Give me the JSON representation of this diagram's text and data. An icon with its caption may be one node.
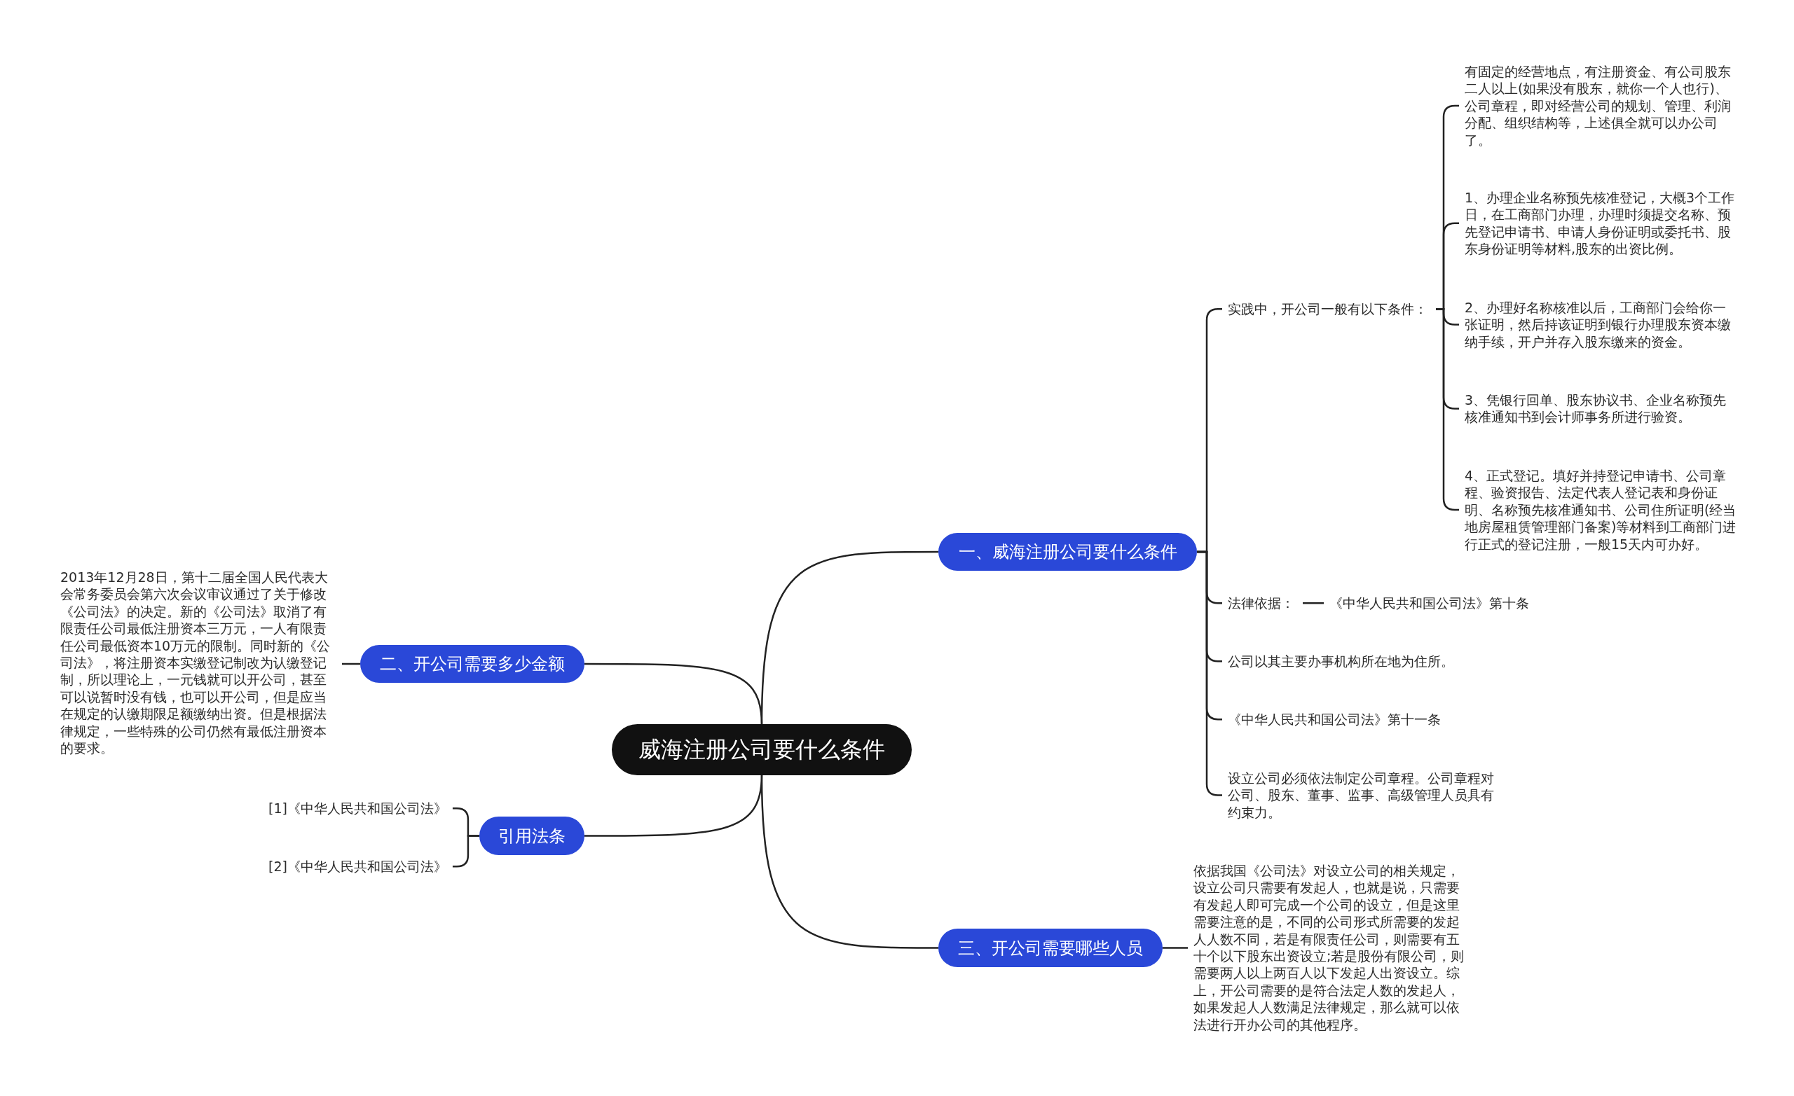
{
  "diagram": {
    "nodes": [
      {
        "text": [
          "威海注册公司要什么条件"
        ]
      },
      {
        "text": [
          "一、威海注册公司要什么条件"
        ]
      },
      {
        "text": [
          "实践中，开公司一般有以下条件："
        ]
      },
      {
        "text": [
          "有固定的经营地点，有注册资金、有公司股东二人以上(如果没有股东，就你一个人也行)、公司章程，即对经营公司的规划、管理、利润分配、组织结构等，上述俱全就可以办公司了。"
        ]
      },
      {
        "text": [
          "1、办理企业名称预先核准登记，大概3个工作日，在工商部门办理，办理时须提交名称、预先登记申请书、申请人身份证明或委托书、股东身份证明等材料,股东的出资比例。"
        ]
      },
      {
        "text": [
          "2、办理好名称核准以后，工商部门会给你一张证明，然后持该证明到银行办理股东资本缴纳手续，开户并存入股东缴来的资金。"
        ]
      },
      {
        "text": [
          "3、凭银行回单、股东协议书、企业名称预先核准通知书到会计师事务所进行验资。"
        ]
      },
      {
        "text": [
          "4、正式登记。填好并持登记申请书、公司章程、验资报告、法定代表人登记表和身份证明、名称预先核准通知书、公司住所证明(经当地房屋租赁管理部门备案)等材料到工商部门进行正式的登记注册，一般15天内可办好。"
        ]
      },
      {
        "text": [
          "法律依据："
        ]
      },
      {
        "text": [
          "《中华人民共和国公司法》第十条"
        ]
      },
      {
        "text": [
          "公司以其主要办事机构所在地为住所。"
        ]
      },
      {
        "text": [
          "《中华人民共和国公司法》第十一条"
        ]
      },
      {
        "text": [
          "设立公司必须依法制定公司章程。公司章程对公司、股东、董事、监事、高级管理人员具有约束力。"
        ]
      },
      {
        "text": [
          "二、开公司需要多少金额"
        ]
      },
      {
        "text": [
          "2013年12月28日，第十二届全国人民代表大会常务委员会第六次会议审议通过了关于修改《公司法》的决定。新的《公司法》取消了有限责任公司最低注册资本三万元，一人有限责任公司最低资本10万元的限制。同时新的《公司法》，将注册资本实缴登记制改为认缴登记制，所以理论上，一元钱就可以开公司，甚至可以说暂时没有钱，也可以开公司，但是应当在规定的认缴期限足额缴纳出资。但是根据法律规定，一些特殊的公司仍然有最低注册资本的要求。"
        ]
      },
      {
        "text": [
          "引用法条"
        ]
      },
      {
        "text": [
          "[1]《中华人民共和国公司法》"
        ]
      },
      {
        "text": [
          "[2]《中华人民共和国公司法》"
        ]
      },
      {
        "text": [
          "三、开公司需要哪些人员"
        ]
      },
      {
        "text": [
          "依据我国《公司法》对设立公司的相关规定，设立公司只需要有发起人，也就是说，只需要有发起人即可完成一个公司的设立，但是这里需要注意的是，不同的公司形式所需要的发起人人数不同，若是有限责任公司，则需要有五十个以下股东出资设立;若是股份有限公司，则需要两人以上两百人以下发起人出资设立。综上，开公司需要的是符合法定人数的发起人，如果发起人人数满足法律规定，那么就可以依法进行开办公司的其他程序。"
        ]
      }
    ],
    "edges": [
      {
        "from": 0,
        "to": 1,
        "arrow": "none"
      },
      {
        "from": 1,
        "to": 2,
        "arrow": "none"
      },
      {
        "from": 2,
        "to": 3,
        "arrow": "none"
      },
      {
        "from": 2,
        "to": 4,
        "arrow": "none"
      },
      {
        "from": 2,
        "to": 5,
        "arrow": "none"
      },
      {
        "from": 2,
        "to": 6,
        "arrow": "none"
      },
      {
        "from": 2,
        "to": 7,
        "arrow": "none"
      },
      {
        "from": 1,
        "to": 8,
        "arrow": "none"
      },
      {
        "from": 8,
        "to": 9,
        "arrow": "none"
      },
      {
        "from": 1,
        "to": 10,
        "arrow": "none"
      },
      {
        "from": 1,
        "to": 11,
        "arrow": "none"
      },
      {
        "from": 1,
        "to": 12,
        "arrow": "none"
      },
      {
        "from": 0,
        "to": 13,
        "arrow": "none"
      },
      {
        "from": 13,
        "to": 14,
        "arrow": "none"
      },
      {
        "from": 0,
        "to": 15,
        "arrow": "none"
      },
      {
        "from": 15,
        "to": 16,
        "arrow": "none"
      },
      {
        "from": 15,
        "to": 17,
        "arrow": "none"
      },
      {
        "from": 0,
        "to": 18,
        "arrow": "none"
      },
      {
        "from": 18,
        "to": 19,
        "arrow": "none"
      }
    ]
  }
}
